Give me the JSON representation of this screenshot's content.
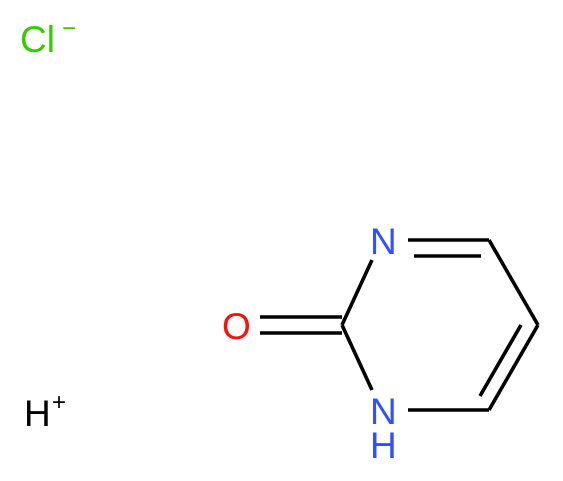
{
  "molecule": {
    "chloride": {
      "symbol": "Cl",
      "charge": "−",
      "color": "#33cc00"
    },
    "proton": {
      "symbol": "H",
      "charge": "+",
      "color": "#000000"
    },
    "atoms": {
      "n3": {
        "symbol": "N",
        "color": "#3050f8"
      },
      "n1": {
        "symbol": "N",
        "hydrogen": "H",
        "color": "#3050f8"
      },
      "o2": {
        "symbol": "O",
        "color": "#ff0d0d"
      }
    },
    "bond_color": "#000000"
  }
}
